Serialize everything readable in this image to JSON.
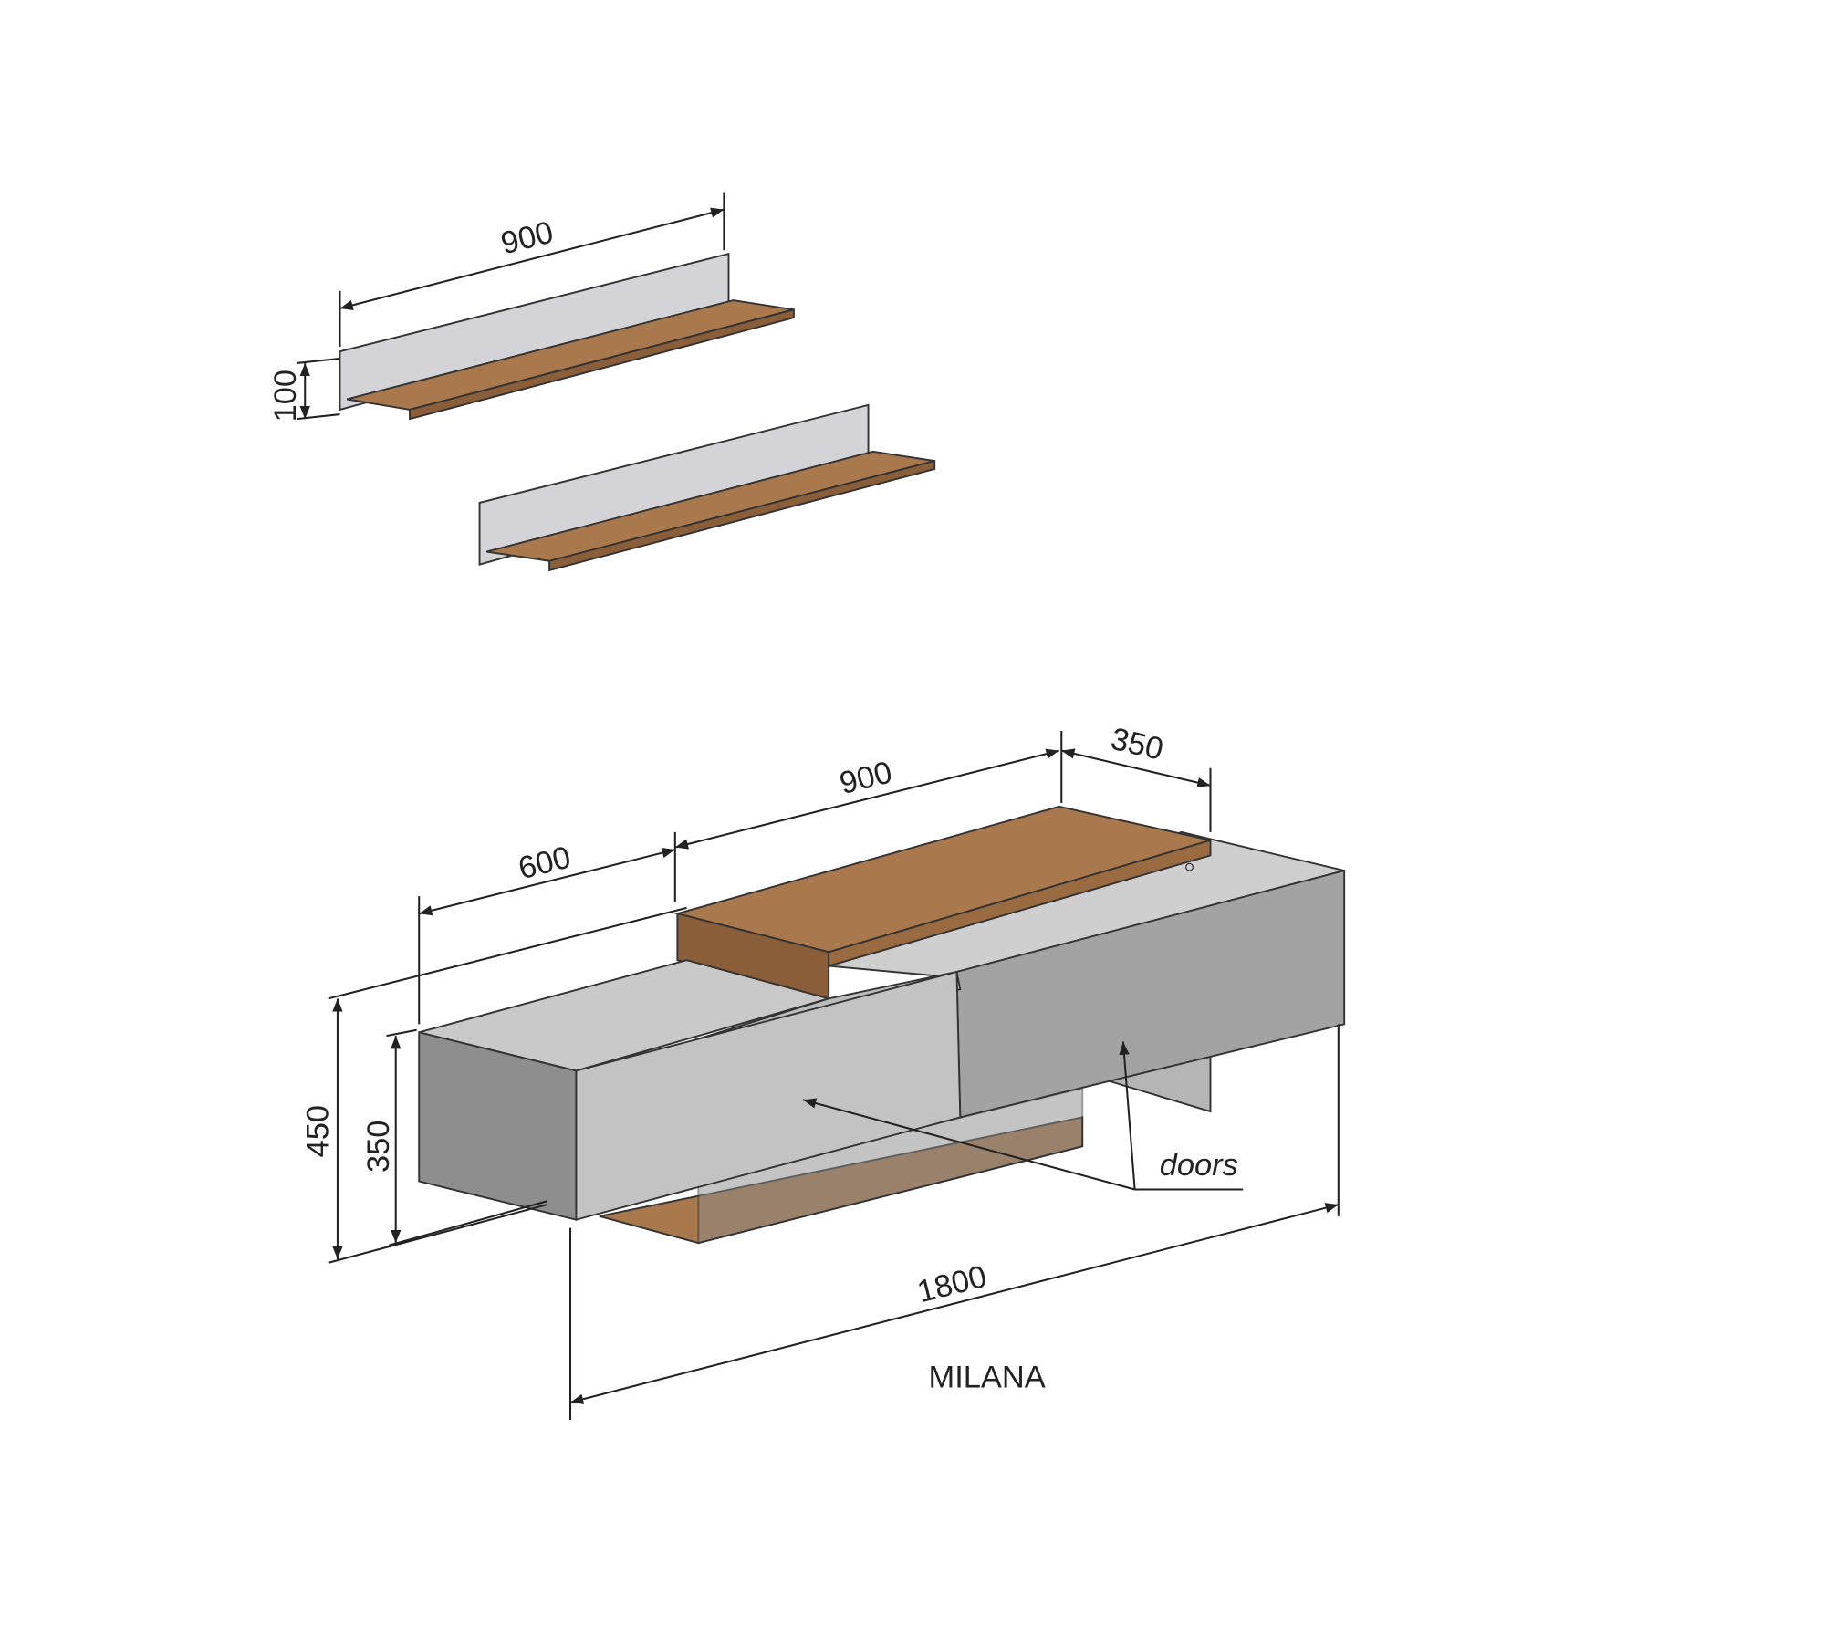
{
  "shelf": {
    "width_label": "900",
    "height_label": "100"
  },
  "unit": {
    "depth_label": "350",
    "top_width_label": "900",
    "left_width_label": "600",
    "total_height_label": "450",
    "box_height_label": "350",
    "total_width_label": "1800",
    "doors_label": "doors"
  },
  "title": "MILANA",
  "colors": {
    "wood": "#a9784d",
    "wood_edge": "#8a5e38",
    "light_gray": "#c9c9c9",
    "mid_gray": "#a3a3a3",
    "dark_gray": "#8e8e8e"
  }
}
